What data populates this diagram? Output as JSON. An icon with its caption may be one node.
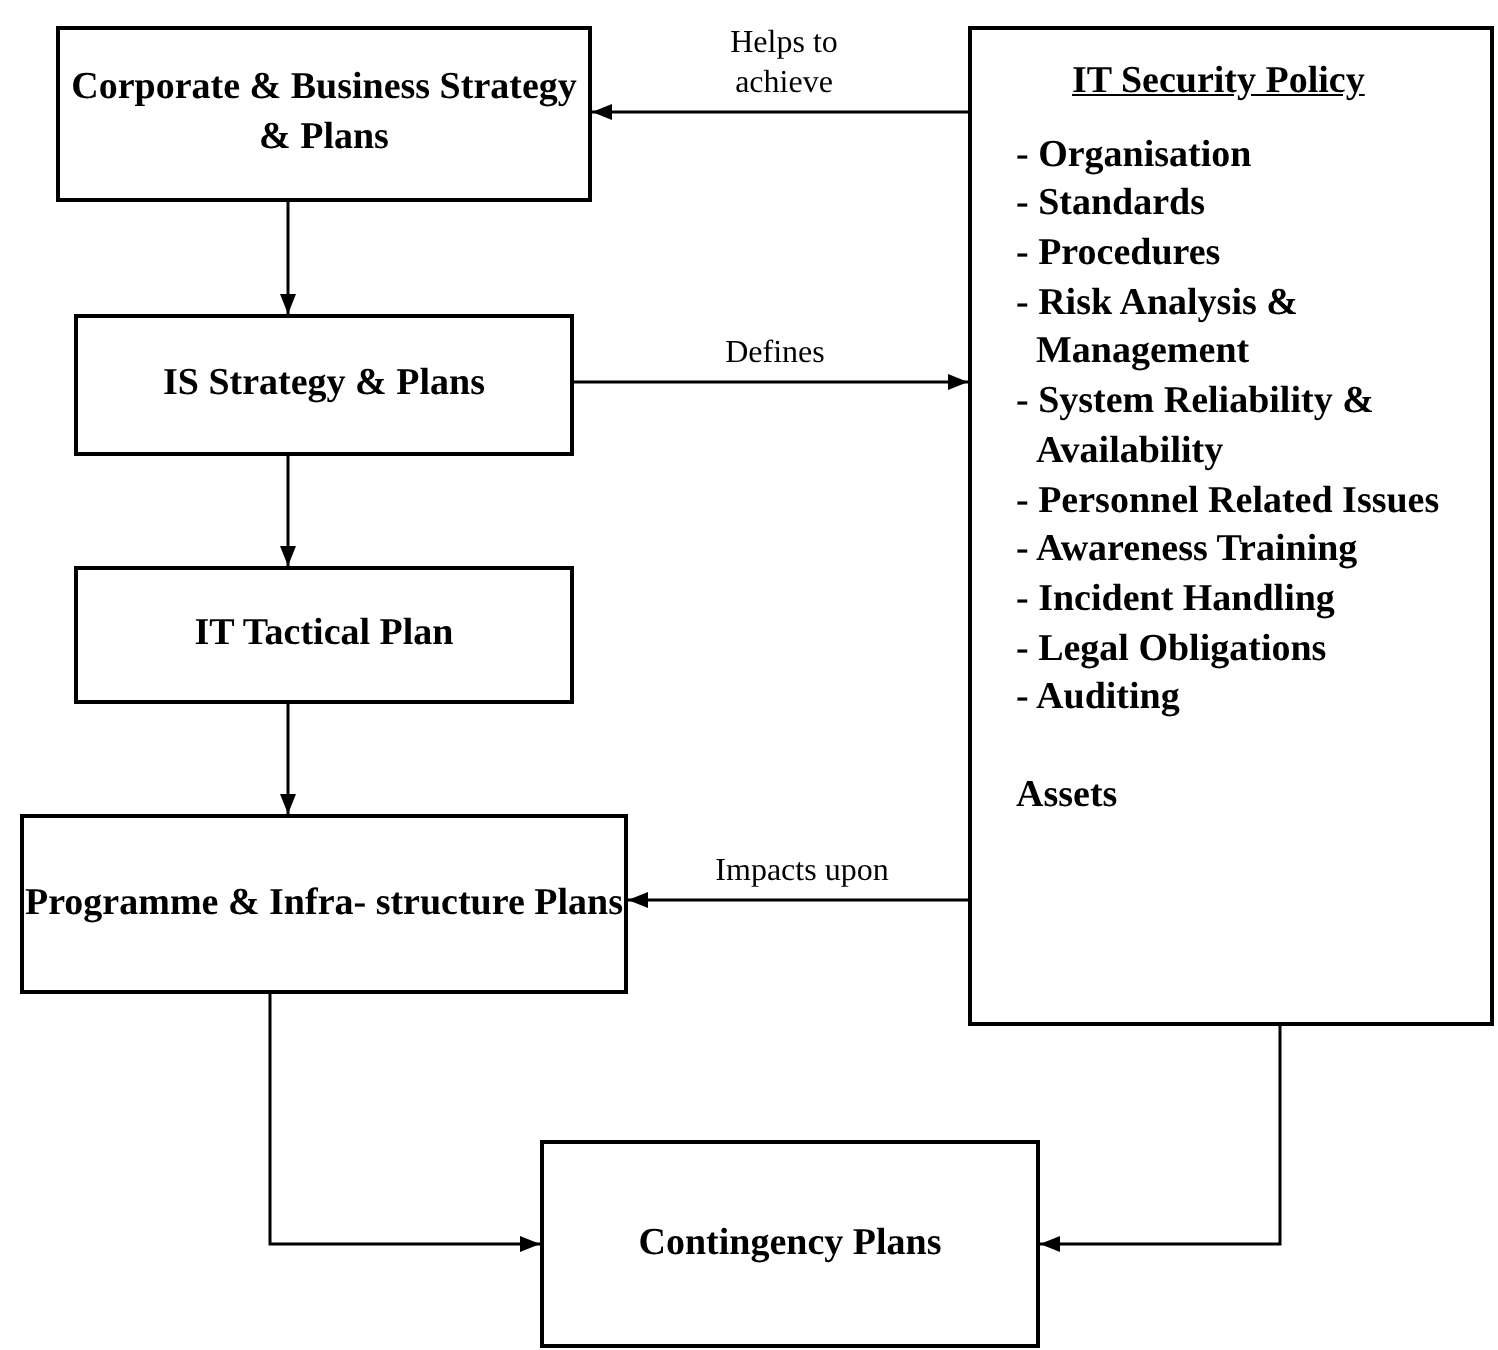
{
  "diagram": {
    "nodes": [
      {
        "text": [
          "Corporate & Business Strategy & Plans"
        ]
      },
      {
        "text": [
          "IS Strategy & Plans"
        ]
      },
      {
        "text": [
          "IT Tactical Plan"
        ]
      },
      {
        "text": [
          "Programme & Infra- structure Plans"
        ]
      },
      {
        "text": [
          "IT Security Policy",
          "- Organisation",
          "- Standards",
          "- Procedures",
          "- Risk Analysis & Management",
          "- System Reliability & Availability",
          "- Personnel Related Issues",
          "- Awareness Training",
          "- Incident Handling",
          "- Legal Obligations",
          "- Auditing",
          "Assets"
        ]
      },
      {
        "text": [
          "Contingency Plans"
        ]
      }
    ],
    "edges": [
      {
        "from": 4,
        "to": 0,
        "arrow": "to",
        "label": "Helps to achieve"
      },
      {
        "from": 1,
        "to": 4,
        "arrow": "to",
        "label": "Defines"
      },
      {
        "from": 0,
        "to": 1,
        "arrow": "to"
      },
      {
        "from": 1,
        "to": 2,
        "arrow": "to"
      },
      {
        "from": 2,
        "to": 3,
        "arrow": "to"
      },
      {
        "from": 4,
        "to": 3,
        "arrow": "to",
        "label": "Impacts upon"
      },
      {
        "from": 3,
        "to": 5,
        "arrow": "to"
      },
      {
        "from": 4,
        "to": 5,
        "arrow": "to"
      }
    ]
  }
}
